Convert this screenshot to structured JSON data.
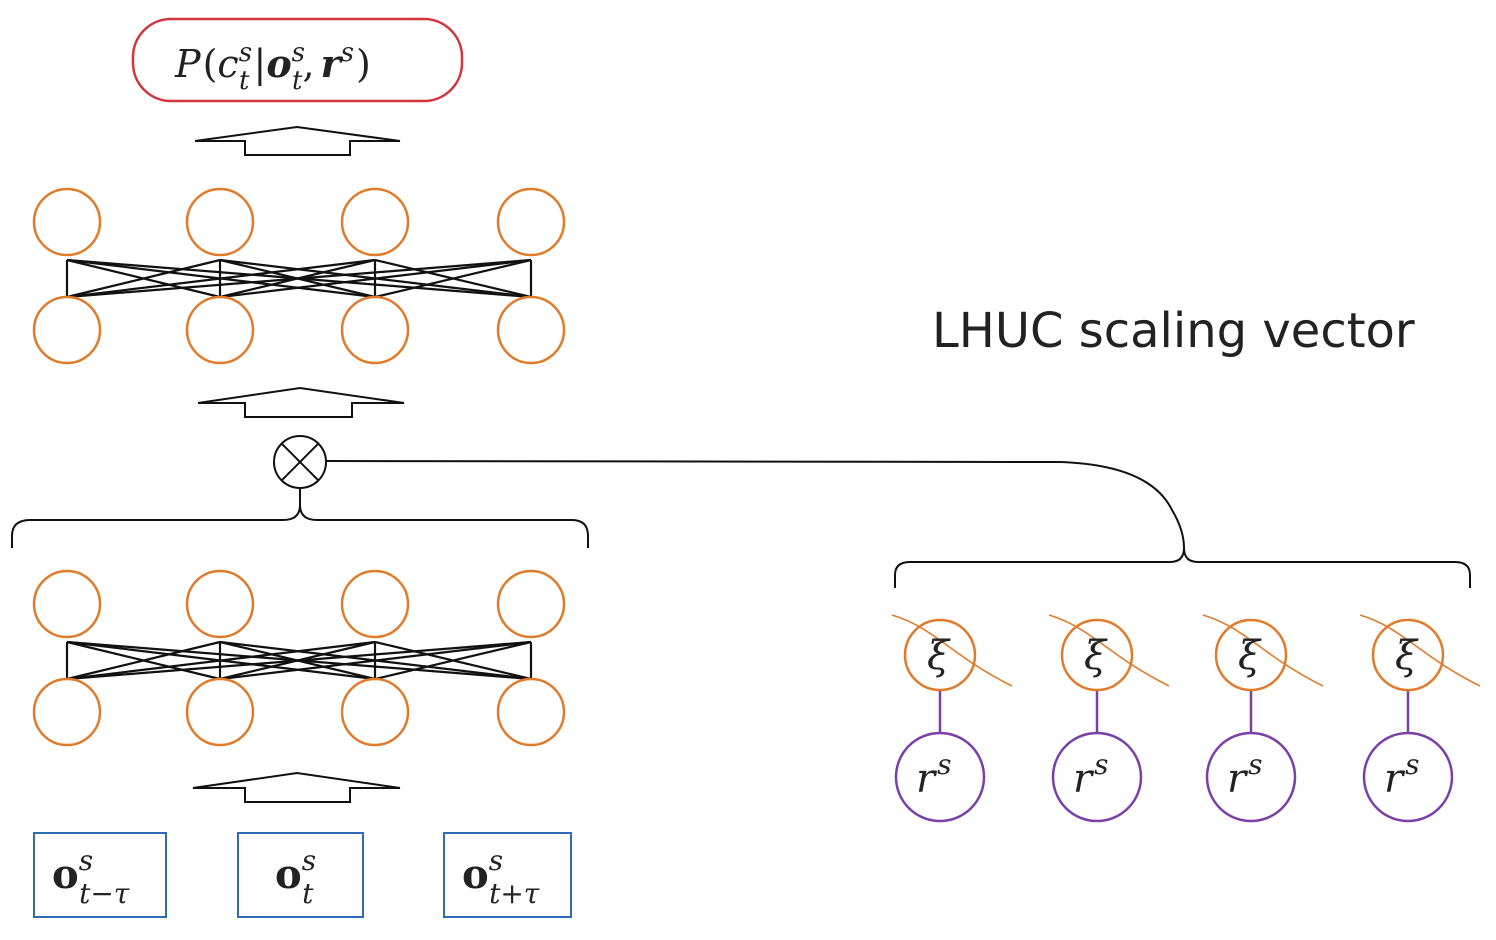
{
  "output": {
    "P": "P",
    "open": "(",
    "c": "c",
    "c_sup": "s",
    "c_sub": "t",
    "bar": "|",
    "o": "o",
    "o_sup": "s",
    "o_sub": "t",
    "comma": ",",
    "r": "r",
    "r_sup": "s",
    "close": ")"
  },
  "lhuc_label": "LHUC scaling vector",
  "xi_symbol": "ξ",
  "speaker_param": {
    "r": "r",
    "sup": "s"
  },
  "inputs": [
    {
      "base": "o",
      "sup": "s",
      "sub": "t−τ"
    },
    {
      "base": "o",
      "sup": "s",
      "sub": "t"
    },
    {
      "base": "o",
      "sup": "s",
      "sub": "t+τ"
    }
  ],
  "colors": {
    "neuron": "#e07b2c",
    "speaker_node": "#7b3fa8",
    "output_box": "#d2353c",
    "input_box": "#2e6db4",
    "edges": "#111111"
  },
  "structure": {
    "upper_block_layers": 2,
    "lower_block_layers": 2,
    "neurons_per_layer": 4,
    "lhuc_units": 4,
    "combine_operator": "elementwise-multiply"
  }
}
